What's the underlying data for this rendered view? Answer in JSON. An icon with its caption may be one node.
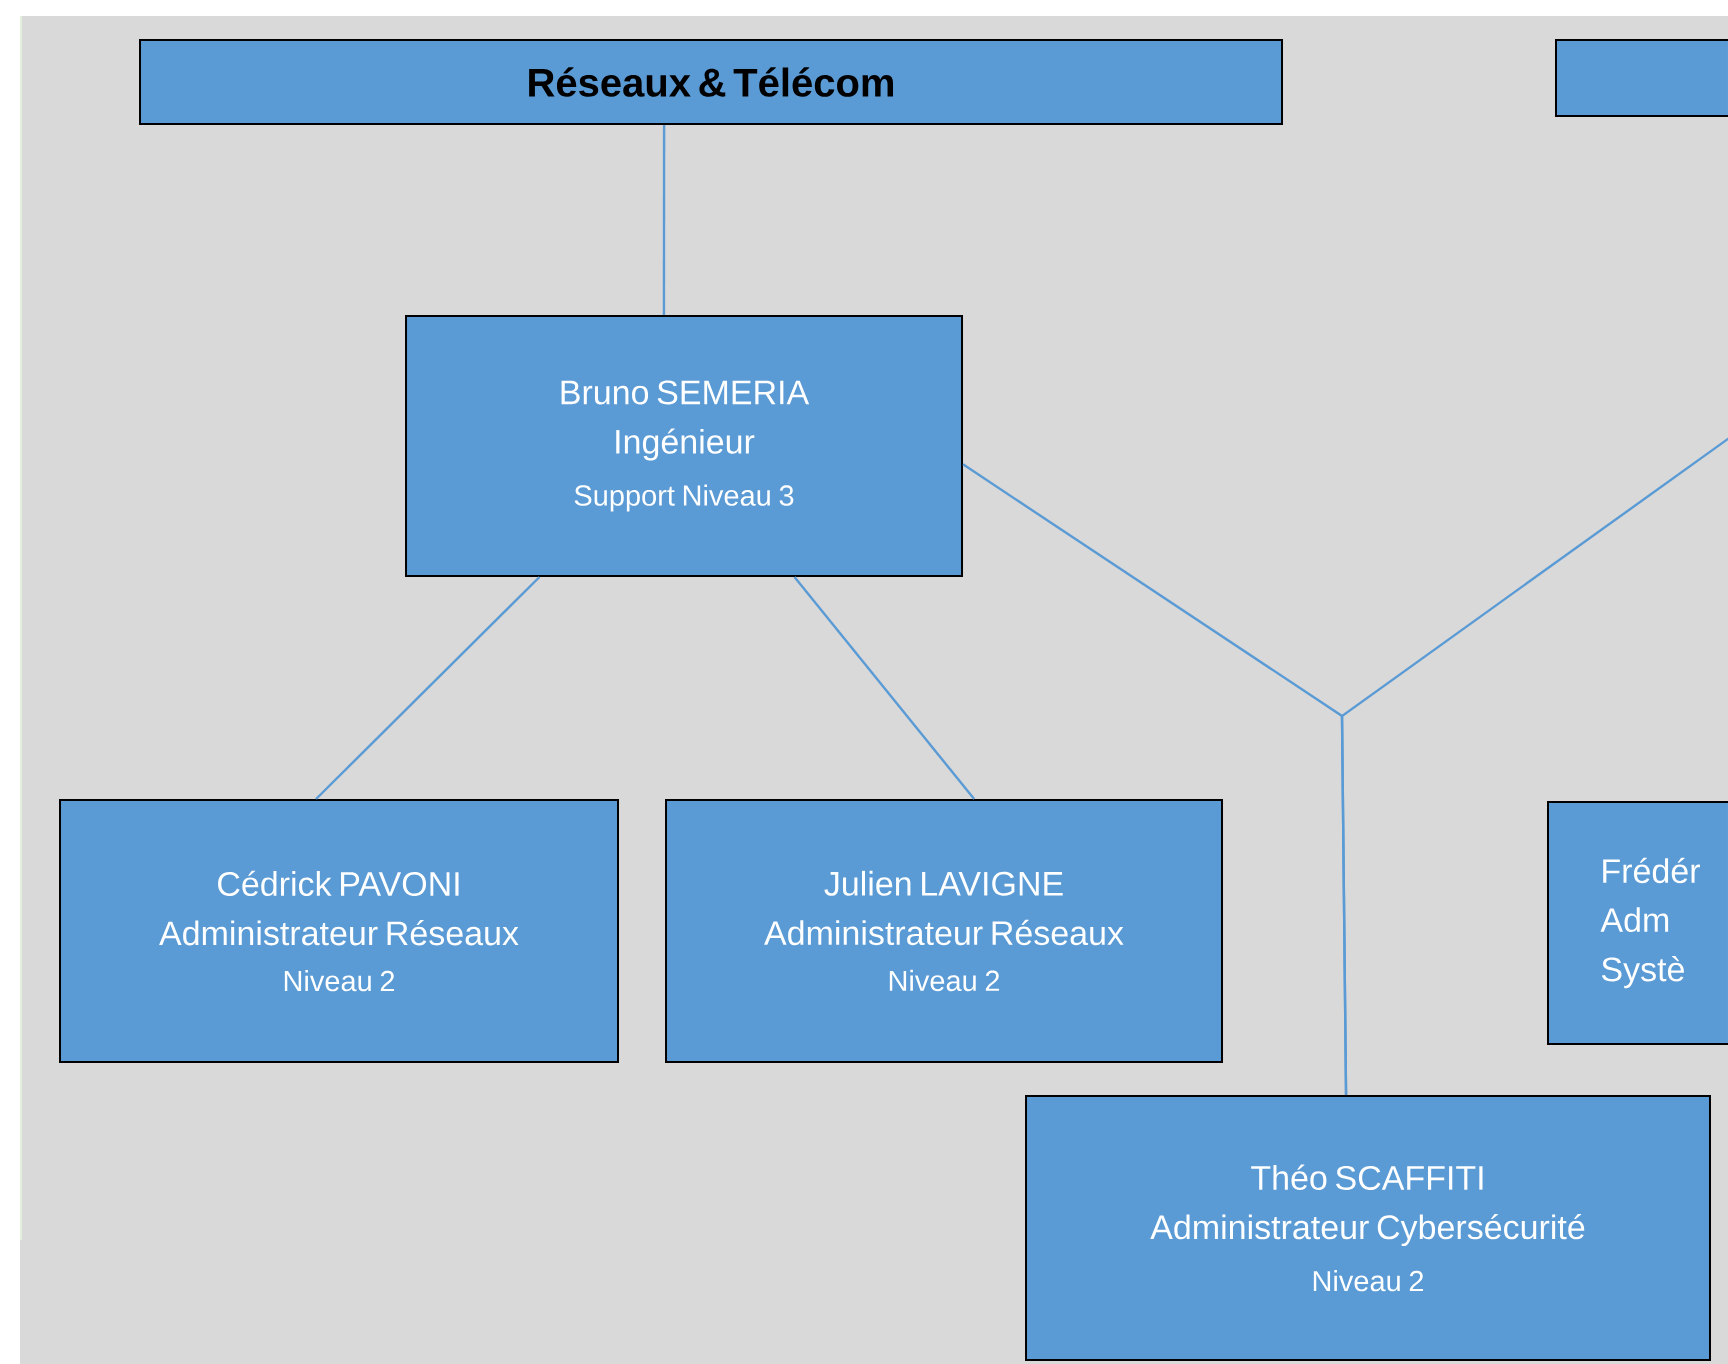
{
  "diagram": {
    "nodes": [
      {
        "text": [
          "Réseaux & Télécom"
        ]
      },
      {
        "text": [],
        "shape": "box"
      },
      {
        "text": [
          "Bruno SEMERIA",
          "Ingénieur",
          "Support Niveau 3"
        ]
      },
      {
        "text": [
          "Cédrick PAVONI",
          "Administrateur Réseaux",
          "Niveau 2"
        ]
      },
      {
        "text": [
          "Julien LAVIGNE",
          "Administrateur Réseaux",
          "Niveau 2"
        ]
      },
      {
        "text": [
          "Frédér",
          "Adm",
          "Systè"
        ]
      },
      {
        "text": [
          "Théo SCAFFITI",
          "Administrateur Cybersécurité",
          "Niveau 2"
        ]
      }
    ],
    "edges": [
      {
        "from": 0,
        "to": 2,
        "arrow": "none"
      },
      {
        "from": 2,
        "to": 3,
        "arrow": "none"
      },
      {
        "from": 2,
        "to": 4,
        "arrow": "none"
      },
      {
        "from": 2,
        "to": 6,
        "arrow": "none"
      },
      {
        "from": null,
        "to": 6,
        "arrow": "none"
      }
    ]
  }
}
